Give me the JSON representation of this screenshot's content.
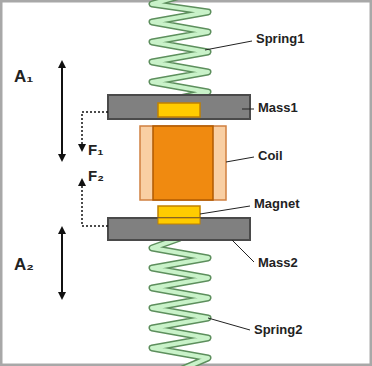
{
  "diagram": {
    "labels": [
      "Spring1",
      "Mass1",
      "A₁",
      "F₁",
      "Coil",
      "Magnet",
      "F₂",
      "A₂",
      "Mass2",
      "Spring2"
    ]
  }
}
